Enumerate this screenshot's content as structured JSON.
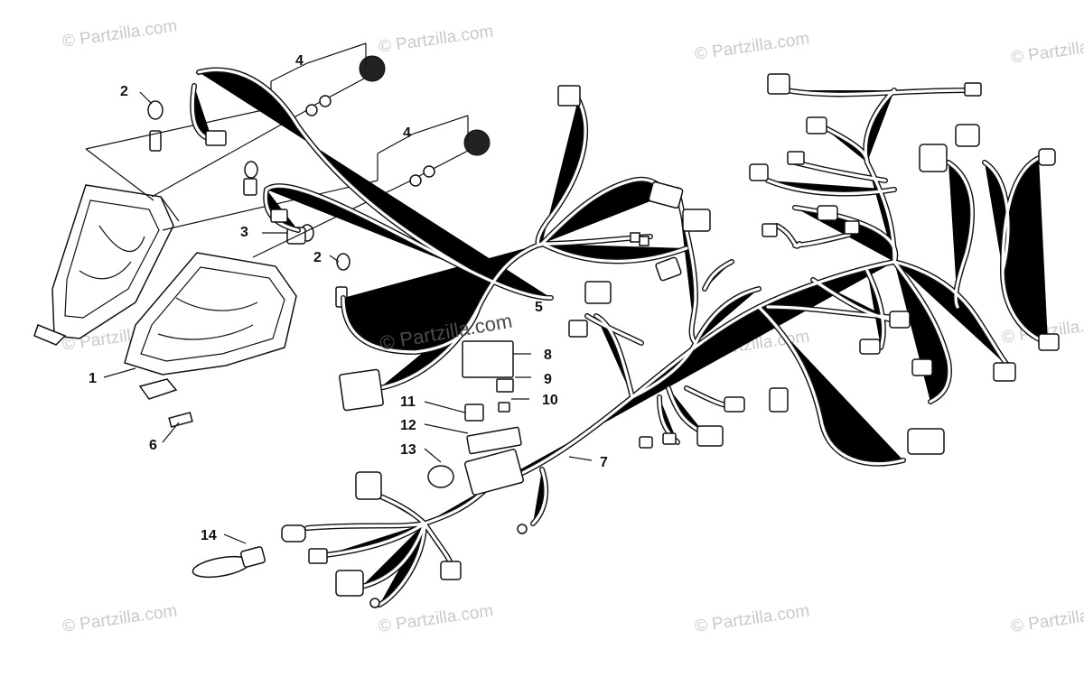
{
  "watermark": {
    "text": "© Partzilla.com",
    "center_text": "© Partzilla.com"
  },
  "callouts": [
    {
      "id": "1",
      "label": "1"
    },
    {
      "id": "2a",
      "label": "2"
    },
    {
      "id": "2b",
      "label": "2"
    },
    {
      "id": "3",
      "label": "3"
    },
    {
      "id": "4a",
      "label": "4"
    },
    {
      "id": "4b",
      "label": "4"
    },
    {
      "id": "5",
      "label": "5"
    },
    {
      "id": "6",
      "label": "6"
    },
    {
      "id": "7",
      "label": "7"
    },
    {
      "id": "8",
      "label": "8"
    },
    {
      "id": "9",
      "label": "9"
    },
    {
      "id": "10",
      "label": "10"
    },
    {
      "id": "11",
      "label": "11"
    },
    {
      "id": "12",
      "label": "12"
    },
    {
      "id": "13",
      "label": "13"
    },
    {
      "id": "14",
      "label": "14"
    }
  ]
}
